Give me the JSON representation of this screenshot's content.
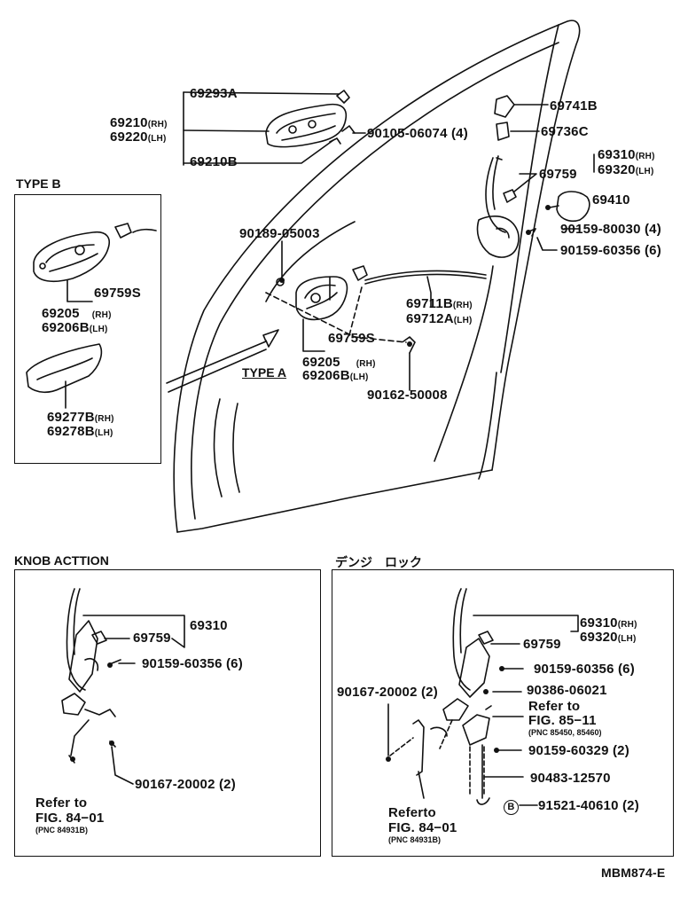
{
  "diagram_code": "MBM874-E",
  "sections": {
    "type_b": "TYPE B",
    "type_a": "TYPE A",
    "knob_action": "KNOB ACTTION",
    "dengi_lock": "デンジ　ロック"
  },
  "labels": {
    "p69293A": "69293A",
    "p69210": "69210",
    "p69220": "69220",
    "p69210B": "69210B",
    "p90105": "90105-06074 (4)",
    "p69741B": "69741B",
    "p69736C": "69736C",
    "p69310": "69310",
    "p69320": "69320",
    "p69759_main": "69759",
    "p69410": "69410",
    "p90159_80030": "90159-80030 (4)",
    "p90159_60356_main": "90159-60356 (6)",
    "p90189": "90189-05003",
    "p69711B": "69711B",
    "p69712A": "69712A",
    "p69759S_a": "69759S",
    "p69205_a": "69205",
    "p69206B_a": "69206B",
    "p90162": "90162-50008",
    "p69759S_b": "69759S",
    "p69205_b": "69205",
    "p69206B_b": "69206B",
    "p69277B": "69277B",
    "p69278B": "69278B",
    "k69310": "69310",
    "k69759": "69759",
    "k90159": "90159-60356 (6)",
    "k90167": "90167-20002 (2)",
    "k_refer": "Refer to",
    "k_fig": "FIG. 84−01",
    "k_pnc": "(PNC 84931B)",
    "d69310": "69310",
    "d69320": "69320",
    "d69759": "69759",
    "d90159_60356": "90159-60356 (6)",
    "d90167": "90167-20002 (2)",
    "d90386": "90386-06021",
    "d_refer_85": "Refer to",
    "d_fig_85": "FIG. 85−11",
    "d_pnc_85": "(PNC 85450, 85460)",
    "d90159_60329": "90159-60329 (2)",
    "d90483": "90483-12570",
    "d_circle_b": "B",
    "d91521": "91521-40610 (2)",
    "d_refer_84": "Referto",
    "d_fig_84": "FIG. 84−01",
    "d_pnc_84": "(PNC 84931B)"
  },
  "suffix": {
    "rh": "(RH)",
    "lh": "(LH)"
  }
}
